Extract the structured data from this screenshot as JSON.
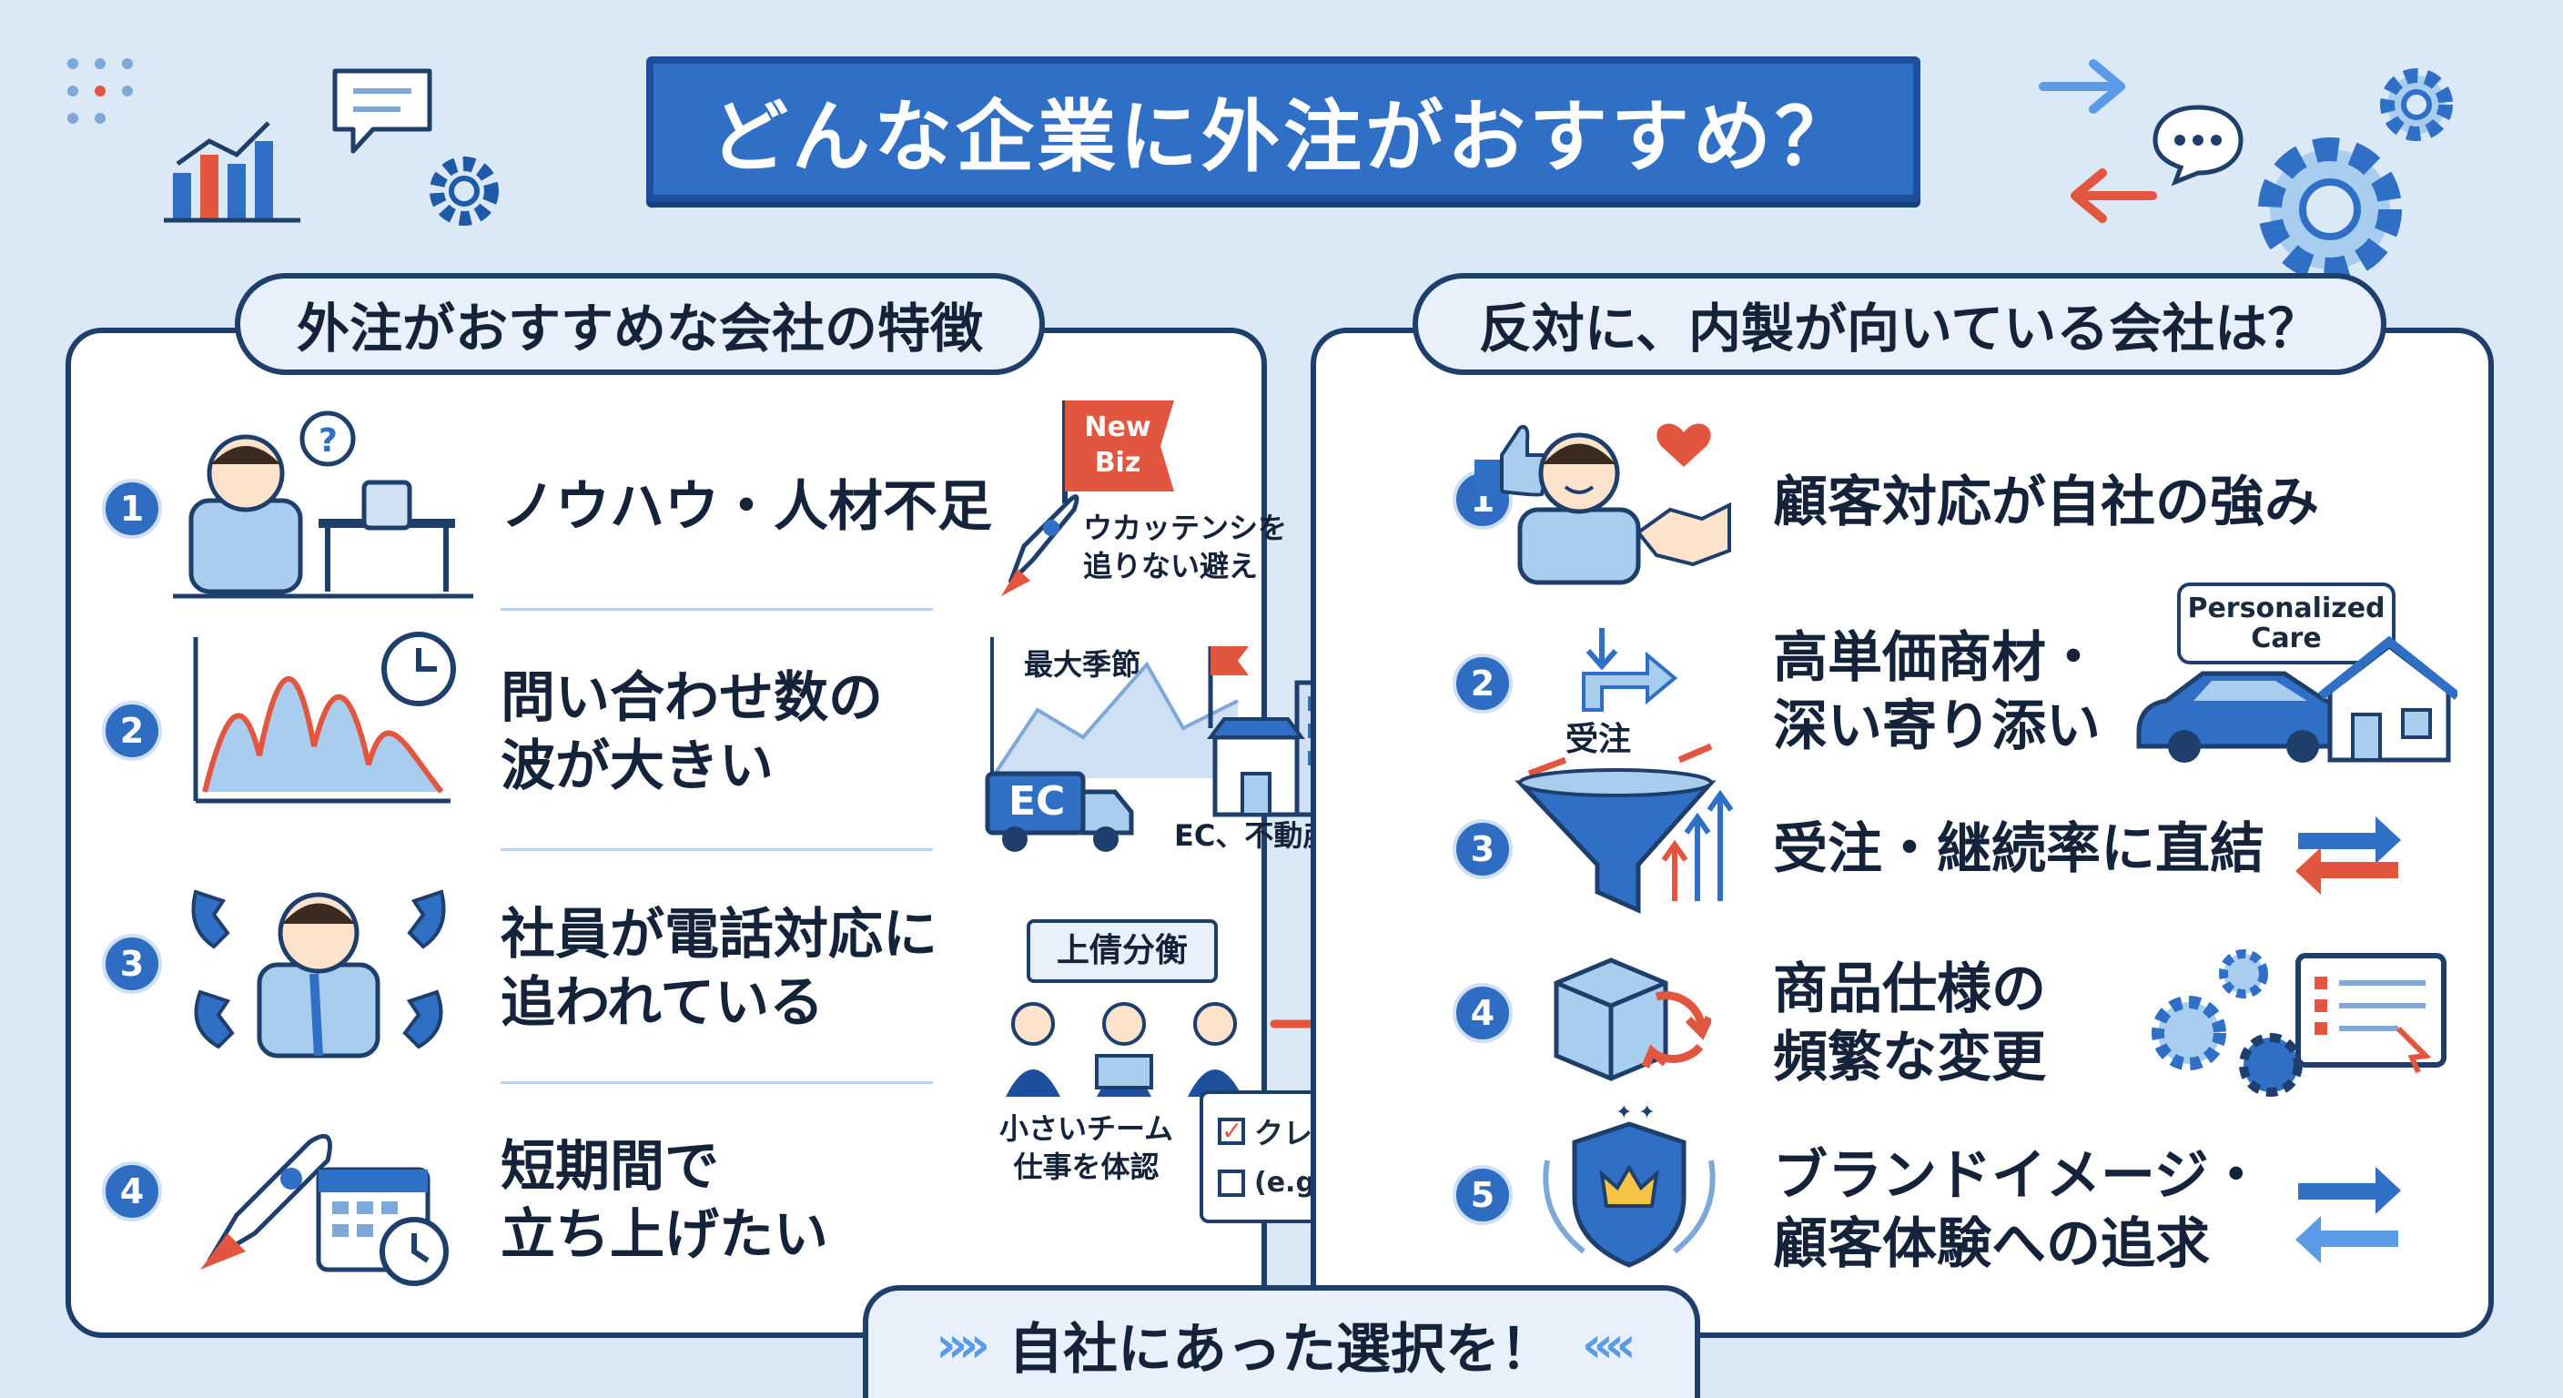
{
  "title": "どんな企業に外注がおすすめ？",
  "left_panel": {
    "label": "外注がおすすめな会社の特徴",
    "items": [
      {
        "num": "1",
        "text": "ノウハウ・人材不足"
      },
      {
        "num": "2",
        "text_lines": [
          "問い合わせ数の",
          "波が大きい"
        ]
      },
      {
        "num": "3",
        "text_lines": [
          "社員が電話対応に",
          "追われている"
        ]
      },
      {
        "num": "4",
        "text_lines": [
          "短期間で",
          "立ち上げたい"
        ]
      }
    ],
    "side": {
      "flag_lines": [
        "New",
        "Biz"
      ],
      "rocket_caption_lines": [
        "ウカッテンシを",
        "追りない避え"
      ],
      "peak_label": "最大季節",
      "truck_label": "EC",
      "ec_caption": "EC、不動産 など",
      "team_sign": "上倩分衡",
      "team_caption_lines": [
        "小さいチーム",
        "仕事を体認"
      ],
      "checklist": [
        "クレーム",
        "(e.g.)"
      ]
    }
  },
  "right_panel": {
    "label": "反対に、内製が向いている会社は？",
    "items": [
      {
        "num": "1",
        "text": "顧客対応が自社の強み"
      },
      {
        "num": "2",
        "text_lines": [
          "高単価商材・",
          "深い寄り添い"
        ]
      },
      {
        "num": "3",
        "text": "受注・継続率に直結"
      },
      {
        "num": "4",
        "text_lines": [
          "商品仕様の",
          "頻繁な変更"
        ]
      },
      {
        "num": "5",
        "text_lines": [
          "ブランドイメージ・",
          "顧客体験への追求"
        ]
      }
    ],
    "side": {
      "funnel_label": "受注",
      "bubble_lines": [
        "Personalized",
        "Care"
      ]
    }
  },
  "bottom_banner": {
    "text": "自社にあった選択を！",
    "left_chevrons": "»»",
    "right_chevrons": "««"
  },
  "colors": {
    "background": "#dbe9f7",
    "primary_blue": "#2f6fc6",
    "navy": "#1e3e6b",
    "accent_red": "#e2553f",
    "light_blue": "#a9cdef"
  }
}
